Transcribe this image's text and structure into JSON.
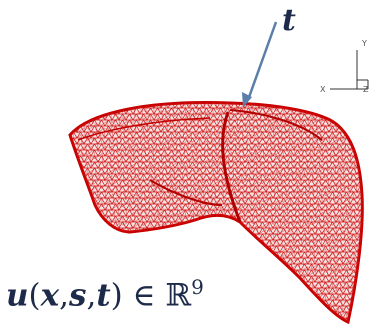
{
  "arrow_label": "t",
  "axes": {
    "x_label": "X",
    "y_label": "Y",
    "z_label": "Z"
  },
  "formula": {
    "u": "u",
    "open": "(",
    "x": "x",
    "comma1": ",",
    "s": "s",
    "comma2": ",",
    "t": "t",
    "close": ")",
    "in": " ∈ ",
    "R": "ℝ",
    "exp": "9"
  },
  "colors": {
    "mesh": "#d41414",
    "mesh_fill": "#f2dede",
    "arrow": "#5b7fa8",
    "text": "#1d2a4a"
  }
}
